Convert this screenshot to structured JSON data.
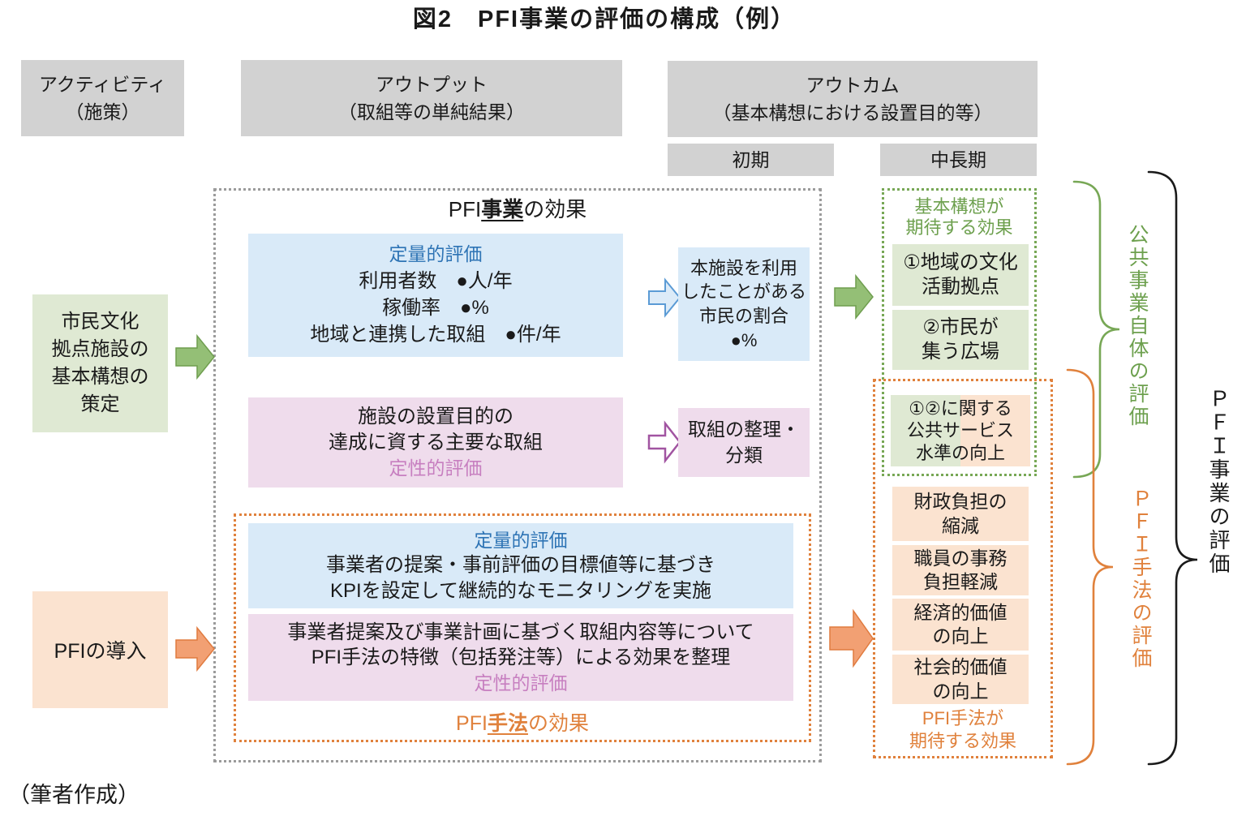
{
  "title": "図2　PFI事業の評価の構成（例）",
  "footer": "（筆者作成）",
  "column_headers": {
    "activity": "アクティビティ\n（施策）",
    "output": "アウトプット\n（取組等の単純結果）",
    "outcome": "アウトカム\n（基本構想における設置目的等）",
    "outcome_initial": "初期",
    "outcome_midlong": "中長期"
  },
  "left": {
    "green_box": "市民文化\n拠点施設の\n基本構想の\n策定",
    "orange_box": "PFIの導入"
  },
  "pfi_business": {
    "title_prefix": "PFI",
    "title_emph": "事業",
    "title_suffix": "の効果",
    "quant_label": "定量的評価",
    "quant_lines": "利用者数　●人/年\n稼働率　●%\n地域と連携した取組　●件/年",
    "usage_box": "本施設を利用\nしたことがある\n市民の割合\n●%",
    "qual_box": "施設の設置目的の\n達成に資する主要な取組",
    "qual_label": "定性的評価",
    "sort_box": "取組の整理・\n分類"
  },
  "pfi_method": {
    "quant_label": "定量的評価",
    "quant_text": "事業者の提案・事前評価の目標値等に基づき\nKPIを設定して継続的なモニタリングを実施",
    "qual_text": "事業者提案及び事業計画に基づく取組内容等について\nPFI手法の特徴（包括発注等）による効果を整理",
    "qual_label": "定性的評価",
    "title_prefix": "PFI",
    "title_emph": "手法",
    "title_suffix": "の効果"
  },
  "outcome_column": {
    "green_header": "基本構想が\n期待する効果",
    "green_items": [
      "①地域の文化\n活動拠点",
      "②市民が\n集う広場"
    ],
    "shared_item": "①②に関する\n公共サービス\n水準の向上",
    "orange_items": [
      "財政負担の\n縮減",
      "職員の事務\n負担軽減",
      "経済的価値\nの向上",
      "社会的価値\nの向上"
    ],
    "orange_footer": "PFI手法が\n期待する効果"
  },
  "side_labels": {
    "green": "公共事業自体の評価",
    "orange": "ＰＦＩ手法の評価",
    "black": "ＰＦＩ事業の評価"
  },
  "colors": {
    "header-gray": "#d2d2d2",
    "green-fill": "#dfe9d3",
    "orange-fill": "#fbe3d0",
    "blue-fill": "#d9eaf8",
    "pink-fill": "#efdcec",
    "blue-text": "#2e74b5",
    "pink-text": "#c77fc0",
    "green-text": "#6da04e",
    "green-accent": "#77a755",
    "orange-accent": "#e0813c",
    "gray-dot": "#9b9b9b",
    "arrow-green": "#94bf76",
    "arrow-green-edge": "#6f9e4f",
    "arrow-orange": "#f2a073",
    "arrow-orange-edge": "#e07b3f",
    "arrow-blue-fill": "#dcebf8",
    "arrow-blue-edge": "#5b9bd5",
    "arrow-purple-edge": "#a154a1",
    "brace-black": "#1a1a1a"
  }
}
